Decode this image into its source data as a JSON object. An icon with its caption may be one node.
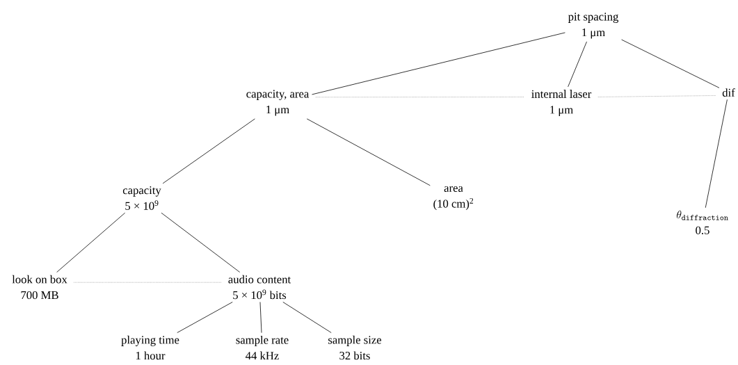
{
  "diagram": {
    "nodes": [
      {
        "text": [
          "pit spacing",
          "1 μm"
        ]
      },
      {
        "text": [
          "capacity, area",
          "1 μm"
        ]
      },
      {
        "text": [
          "internal laser",
          "1 μm"
        ]
      },
      {
        "text": [
          "dif"
        ]
      },
      {
        "text": [
          "\\theta_{\\mathtt{diffraction}}",
          "0.5"
        ]
      },
      {
        "text": [
          "capacity",
          "5 × 10$^{9}$"
        ]
      },
      {
        "text": [
          "area",
          "(10 cm)$^{2}$"
        ]
      },
      {
        "text": [
          "look on box",
          "700 MB"
        ]
      },
      {
        "text": [
          "audio content",
          "5 × 10$^{9}$ bits"
        ]
      },
      {
        "text": [
          "playing time",
          "1 hour"
        ]
      },
      {
        "text": [
          "sample rate",
          "44 kHz"
        ]
      },
      {
        "text": [
          "sample size",
          "32 bits"
        ]
      }
    ],
    "edges": [
      {
        "from": 0,
        "to": 1,
        "arrow": "none"
      },
      {
        "from": 0,
        "to": 2,
        "arrow": "none"
      },
      {
        "from": 0,
        "to": 3,
        "arrow": "none"
      },
      {
        "from": 1,
        "to": 2,
        "arrow": "none",
        "style": "dashed"
      },
      {
        "from": 2,
        "to": 3,
        "arrow": "none",
        "style": "dashed"
      },
      {
        "from": 3,
        "to": 4,
        "arrow": "none"
      },
      {
        "from": 1,
        "to": 5,
        "arrow": "none"
      },
      {
        "from": 1,
        "to": 6,
        "arrow": "none"
      },
      {
        "from": 5,
        "to": 7,
        "arrow": "none"
      },
      {
        "from": 5,
        "to": 8,
        "arrow": "none"
      },
      {
        "from": 7,
        "to": 8,
        "arrow": "none",
        "style": "dashed"
      },
      {
        "from": 8,
        "to": 9,
        "arrow": "none"
      },
      {
        "from": 8,
        "to": 10,
        "arrow": "none"
      },
      {
        "from": 8,
        "to": 11,
        "arrow": "none"
      }
    ]
  }
}
